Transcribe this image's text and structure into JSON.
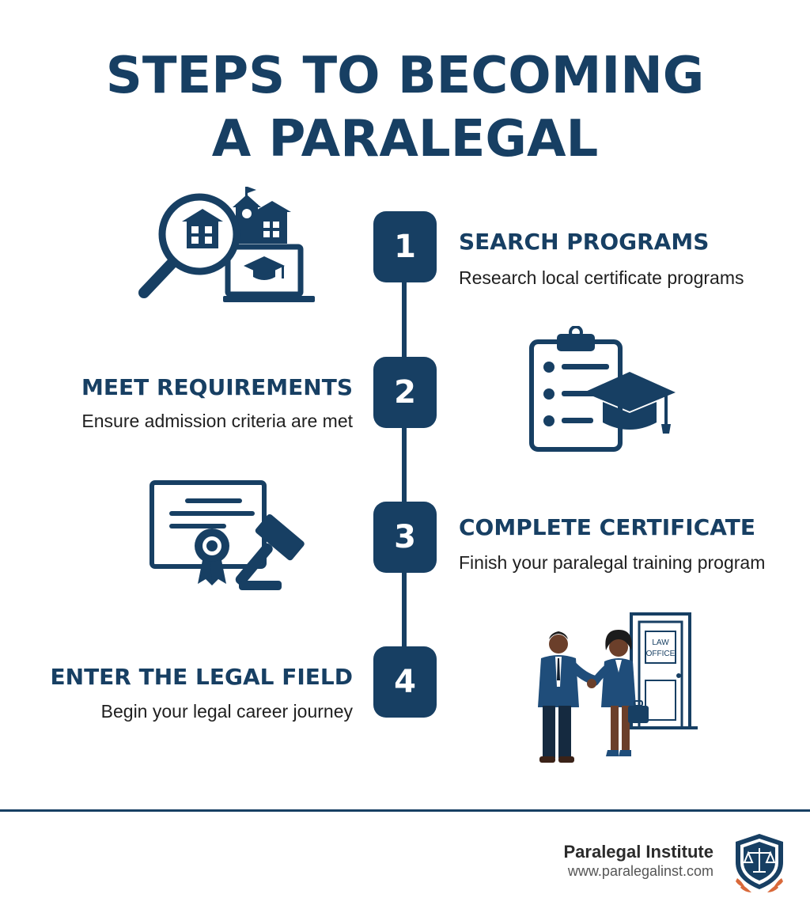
{
  "title": {
    "line1": "STEPS TO BECOMING",
    "line2": "A PARALEGAL"
  },
  "steps": [
    {
      "number": "1",
      "heading": "SEARCH PROGRAMS",
      "description": "Research local certificate programs",
      "icon": "school-search-icon"
    },
    {
      "number": "2",
      "heading": "MEET REQUIREMENTS",
      "description": "Ensure admission criteria are met",
      "icon": "clipboard-graduation-icon"
    },
    {
      "number": "3",
      "heading": "COMPLETE CERTIFICATE",
      "description": "Finish your paralegal training program",
      "icon": "certificate-gavel-icon"
    },
    {
      "number": "4",
      "heading": "ENTER THE LEGAL FIELD",
      "description": "Begin your legal career journey",
      "icon": "handshake-law-office-icon"
    }
  ],
  "illustration": {
    "door_sign_line1": "LAW",
    "door_sign_line2": "OFFICE"
  },
  "footer": {
    "brand_name": "Paralegal Institute",
    "url": "www.paralegalinst.com",
    "logo_icon": "scales-shield-logo-icon"
  },
  "colors": {
    "primary": "#173f63",
    "accent_orange": "#d9693a",
    "text_dark": "#1f1f1f"
  }
}
